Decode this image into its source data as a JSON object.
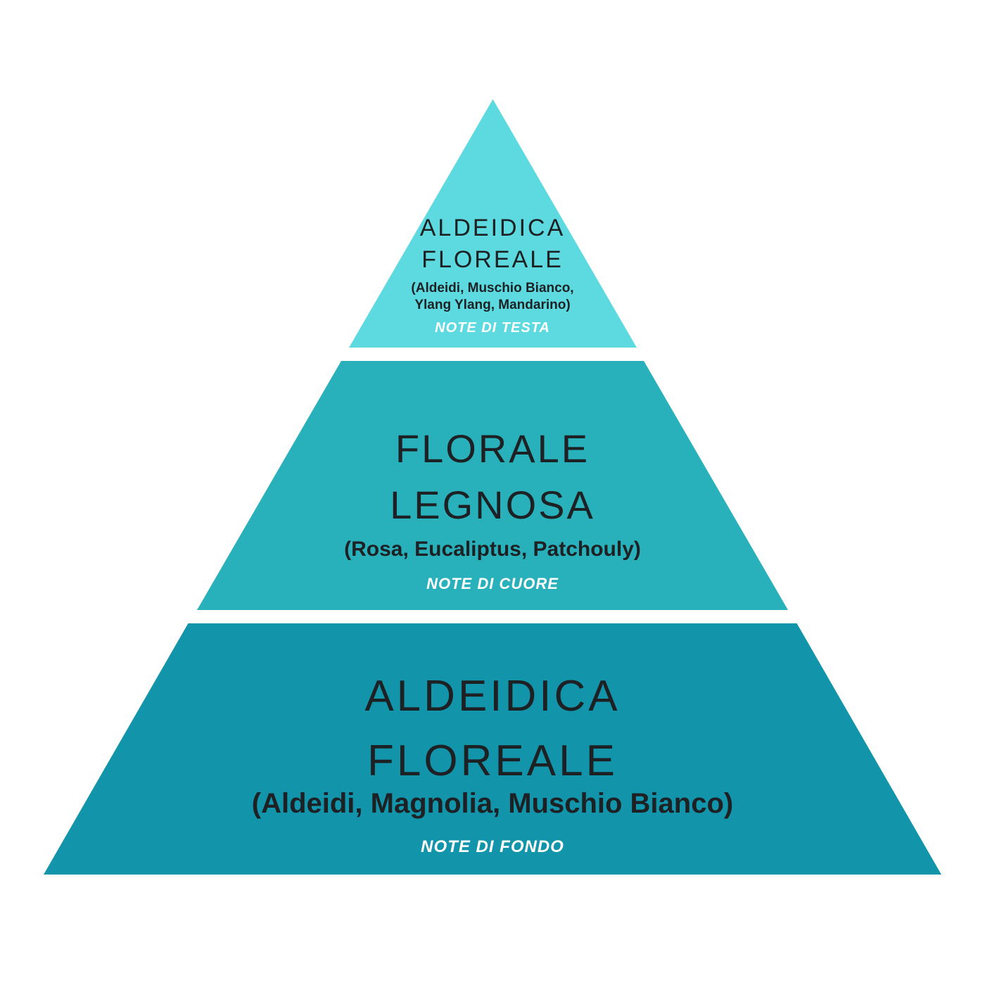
{
  "page": {
    "background_color": "#ffffff",
    "text_color": "#1d2124",
    "stage_text_color": "#ffffff"
  },
  "pyramid": {
    "tiers": [
      {
        "name": "top",
        "family_line1": "ALDEIDICA",
        "family_line2": "FLOREALE",
        "ingredients_line1": "(Aldeidi, Muschio Bianco,",
        "ingredients_line2": "Ylang Ylang, Mandarino)",
        "stage_label": "NOTE DI TESTA",
        "fill_color": "#5CDAE0"
      },
      {
        "name": "middle",
        "family_line1": "FLORALE",
        "family_line2": "LEGNOSA",
        "ingredients_line1": "(Rosa, Eucaliptus, Patchouly)",
        "stage_label": "NOTE DI CUORE",
        "fill_color": "#29B1BB"
      },
      {
        "name": "bottom",
        "family_line1": "ALDEIDICA",
        "family_line2": "FLOREALE",
        "ingredients_line1": "(Aldeidi, Magnolia, Muschio Bianco)",
        "stage_label": "NOTE DI FONDO",
        "fill_color": "#1295AB"
      }
    ]
  }
}
